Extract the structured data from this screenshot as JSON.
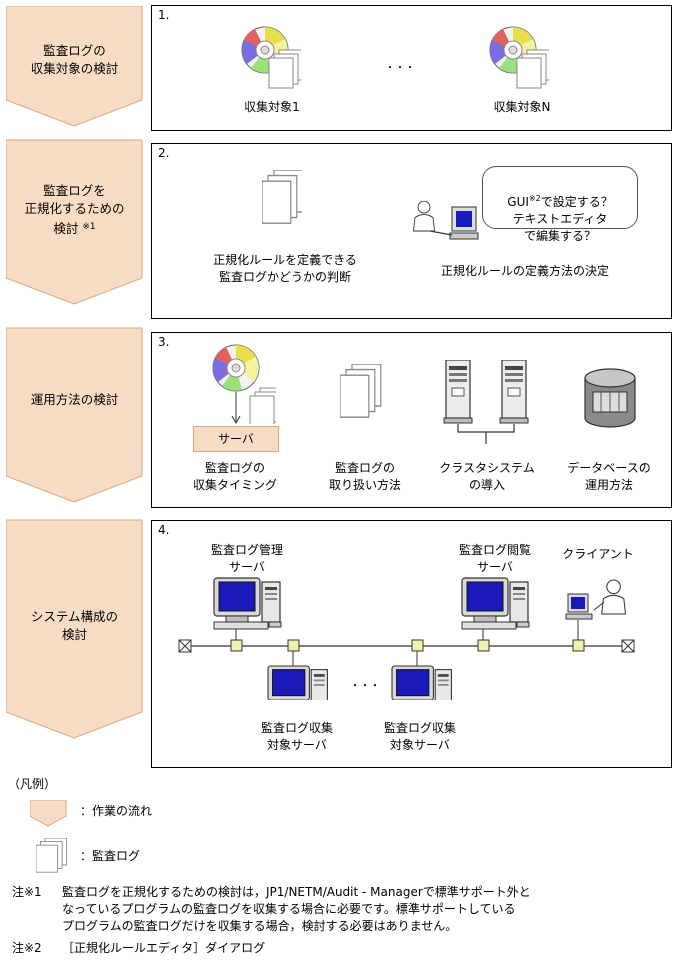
{
  "colors": {
    "flow_fill": "#f9dcc4",
    "flow_stroke": "#d9a882",
    "monitor_screen": "#1a1ab8"
  },
  "stages": [
    {
      "label": "監査ログの\n収集対象の検討",
      "number": "1.",
      "targets": [
        "収集対象1",
        "収集対象N"
      ],
      "ellipsis": "・・・"
    },
    {
      "label": "監査ログを\n正規化するための\n検討",
      "note_mark": "※1",
      "number": "2.",
      "left_caption": "正規化ルールを定義できる\n監査ログかどうかの判断",
      "bubble_gui": "GUI",
      "bubble_mark": "※2",
      "bubble_rest": "で設定する？",
      "bubble_lines": "テキストエディタ\nで編集する？",
      "right_caption": "正規化ルールの定義方法の決定"
    },
    {
      "label": "運用方法の検討",
      "number": "3.",
      "server_box": "サーバ",
      "items": [
        "監査ログの\n収集タイミング",
        "監査ログの\n取り扱い方法",
        "クラスタシステム\nの導入",
        "データベースの\n運用方法"
      ]
    },
    {
      "label": "システム構成の\n検討",
      "number": "4.",
      "manager_server": "監査ログ管理\nサーバ",
      "viewer_server": "監査ログ閲覧\nサーバ",
      "client": "クライアント",
      "target_server": "監査ログ収集\n対象サーバ",
      "ellipsis": "・・・"
    }
  ],
  "legend": {
    "title": "（凡例）",
    "flow": "：作業の流れ",
    "log": "：監査ログ"
  },
  "notes": [
    {
      "mark": "注※1",
      "text": "監査ログを正規化するための検討は，JP1/NETM/Audit - Managerで標準サポート外と\nなっているプログラムの監査ログを収集する場合に必要です。標準サポートしている\nプログラムの監査ログだけを収集する場合，検討する必要はありません。"
    },
    {
      "mark": "注※2",
      "text": "［正規化ルールエディタ］ダイアログ"
    }
  ]
}
